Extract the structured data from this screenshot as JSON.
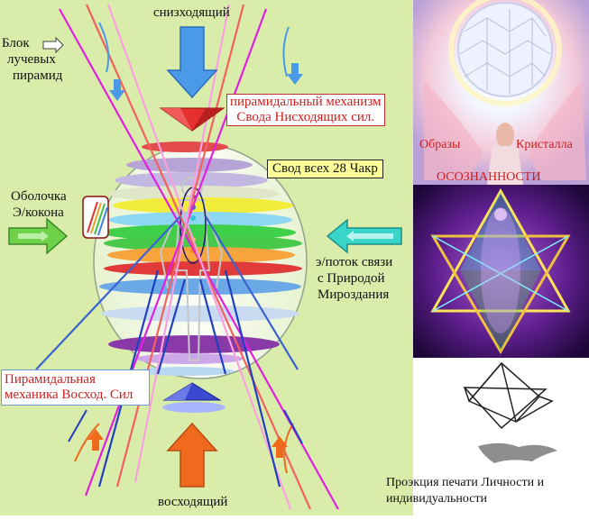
{
  "labels": {
    "descending": "снизходящий",
    "ascending": "восходящий",
    "pyramid_block_1": "Блок",
    "pyramid_block_2": "лучевых",
    "pyramid_block_3": "пирамид",
    "top_mech_1": "пирамидальный механизм",
    "top_mech_2": "Свода Нисходящих сил.",
    "chakras": "Свод всех 28 Чакр",
    "shell_1": "Оболочка",
    "shell_2": "Э/кокона",
    "flow_1": "э/поток связи",
    "flow_2": "с Природой",
    "flow_3": "Мироздания",
    "bottom_mech_1": "Пирамидальная",
    "bottom_mech_2": "механика Восход. Сил",
    "images_word": "Образы",
    "crystal_word": "Кристалла",
    "awareness": "ОСОЗНАННОСТИ",
    "projection_1": "Проэкция печати Личности и",
    "projection_2": "индивидуальности"
  },
  "colors": {
    "diagram_bg": "#d9ecaa",
    "label_red": "#cc1f1f",
    "arrow_blue": "#4a9ae8",
    "arrow_orange": "#f06a1e",
    "arrow_cyan": "#39d5c8",
    "arrow_green": "#6fd14a"
  }
}
